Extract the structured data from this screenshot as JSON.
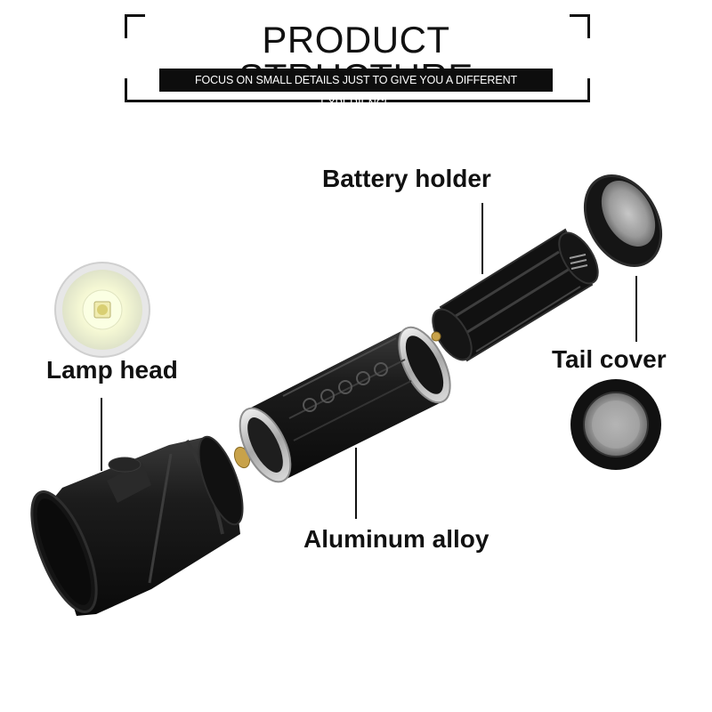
{
  "header": {
    "title": "PRODUCT STRUCTURE",
    "subtitle": "FOCUS ON SMALL DETAILS JUST TO GIVE YOU A DIFFERENT EXPERIENCE"
  },
  "parts": {
    "battery_holder": "Battery holder",
    "lamp_head": "Lamp head",
    "tail_cover": "Tail cover",
    "aluminum_alloy": "Aluminum alloy"
  },
  "colors": {
    "body": "#1a1a1a",
    "metal": "#c9c9c9",
    "brass": "#c8a24a",
    "led": "#f3f7c8"
  }
}
